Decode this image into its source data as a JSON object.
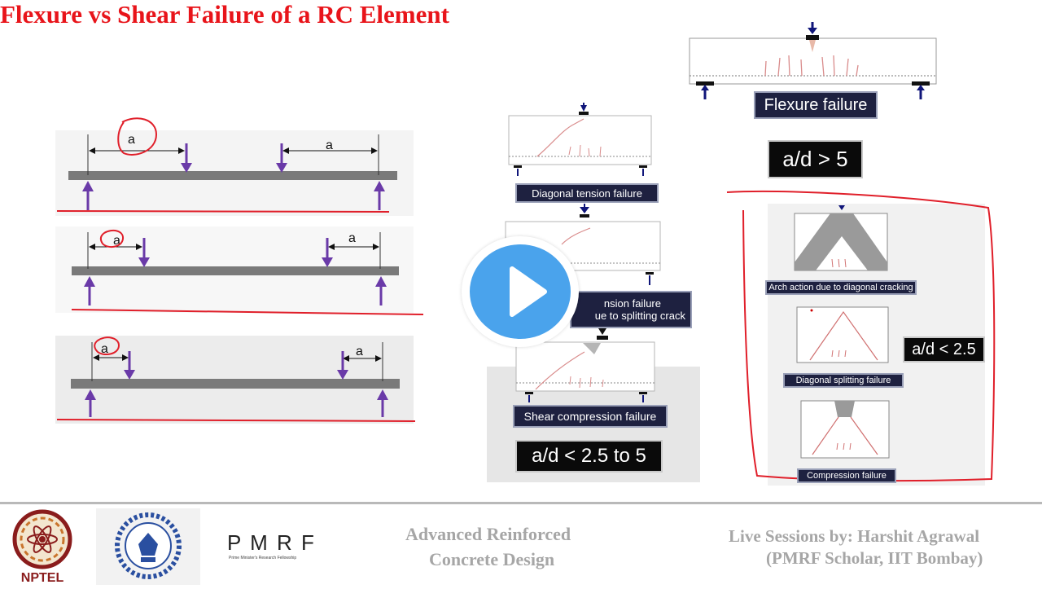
{
  "slide": {
    "title": "Flexure vs Shear Failure of a RC Element"
  },
  "left_diagrams": {
    "span_label": "a"
  },
  "middle_panel": {
    "labels": {
      "diagonal_tension": "Diagonal tension failure",
      "splitting_line1": "nsion failure",
      "splitting_line2": "ue to splitting crack",
      "shear_compression": "Shear compression failure",
      "ratio": "a/d < 2.5 to 5"
    }
  },
  "top_right": {
    "label": "Flexure failure",
    "ratio": "a/d > 5"
  },
  "right_panel": {
    "labels": {
      "arch": "Arch action due to diagonal cracking",
      "diag_split": "Diagonal splitting failure",
      "compression": "Compression failure"
    },
    "ratio": "a/d < 2.5"
  },
  "footer": {
    "course_line1": "Advanced Reinforced",
    "course_line2": "Concrete Design",
    "presenter_line1": "Live Sessions by: Harshit Agrawal",
    "presenter_line2": "(PMRF Scholar, IIT Bombay)",
    "nptel_text": "NPTEL",
    "pmrf_text": "P M R F",
    "pmrf_sub": "Prime Minister's Research Fellowship"
  },
  "colors": {
    "title": "#e8141a",
    "arrow_purple": "#6a3aa8",
    "beam_grey": "#7a7a7a",
    "annotation_red": "#e01f2a",
    "play_blue": "#4aa3ec",
    "footer_text": "#a6a6a6"
  },
  "icons": {
    "play": "play-icon"
  }
}
